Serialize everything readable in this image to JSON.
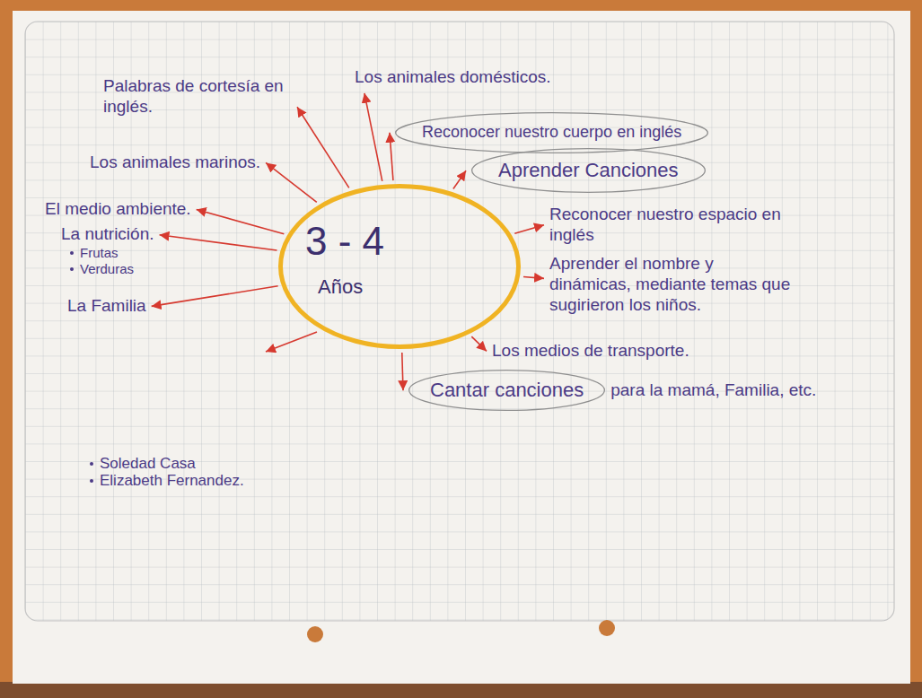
{
  "diagram": {
    "nodes": [
      {
        "text": [
          "3 - 4",
          "Años"
        ]
      },
      {
        "text": [
          "Palabras de cortesía en inglés."
        ]
      },
      {
        "text": [
          "Los animales domésticos."
        ]
      },
      {
        "text": [
          "Reconocer nuestro cuerpo en inglés"
        ]
      },
      {
        "text": [
          "Aprender Canciones"
        ]
      },
      {
        "text": [
          "Los animales marinos."
        ]
      },
      {
        "text": [
          "El medio ambiente."
        ]
      },
      {
        "text": [
          "La nutrición.",
          "Frutas",
          "Verduras"
        ]
      },
      {
        "text": [
          "La Familia"
        ]
      },
      {
        "text": [
          "Reconocer nuestro espacio en inglés"
        ]
      },
      {
        "text": [
          "Aprender el nombre y dinámicas, mediante temas que sugirieron los niños."
        ]
      },
      {
        "text": [
          "Los medios de transporte."
        ]
      },
      {
        "text": [
          "Cantar canciones",
          "para la mamá, Familia, etc."
        ]
      }
    ],
    "edges": [
      {
        "from": 0,
        "to": 1,
        "arrow": "to"
      },
      {
        "from": 0,
        "to": 2,
        "arrow": "to"
      },
      {
        "from": 0,
        "to": 3,
        "arrow": "to"
      },
      {
        "from": 0,
        "to": 4,
        "arrow": "to"
      },
      {
        "from": 0,
        "to": 5,
        "arrow": "to"
      },
      {
        "from": 0,
        "to": 6,
        "arrow": "to"
      },
      {
        "from": 0,
        "to": 7,
        "arrow": "to"
      },
      {
        "from": 0,
        "to": 8,
        "arrow": "to"
      },
      {
        "from": 0,
        "to": 9,
        "arrow": "to"
      },
      {
        "from": 0,
        "to": 10,
        "arrow": "to"
      },
      {
        "from": 0,
        "to": 11,
        "arrow": "to"
      },
      {
        "from": 0,
        "to": 12,
        "arrow": "to"
      }
    ],
    "labels": [
      "Soledad Casa",
      "Elizabeth Fernandez."
    ]
  }
}
